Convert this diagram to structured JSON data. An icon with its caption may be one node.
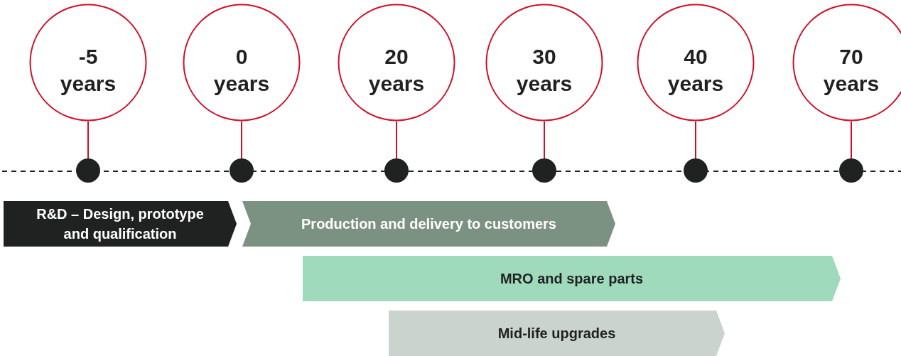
{
  "diagram": {
    "nodes": [
      {
        "text": [
          "-5 years"
        ]
      },
      {
        "text": [
          "0 years"
        ]
      },
      {
        "text": [
          "20 years"
        ]
      },
      {
        "text": [
          "30 years"
        ]
      },
      {
        "text": [
          "40 years"
        ]
      },
      {
        "text": [
          "70 years"
        ]
      },
      {
        "text": [],
        "shape": "circle"
      },
      {
        "text": [],
        "shape": "circle"
      },
      {
        "text": [],
        "shape": "circle"
      },
      {
        "text": [],
        "shape": "circle"
      },
      {
        "text": [],
        "shape": "circle"
      },
      {
        "text": [],
        "shape": "circle"
      },
      {
        "text": [
          "R&D – Design, prototype and qualification"
        ]
      },
      {
        "text": [
          "Production and delivery to customers"
        ]
      },
      {
        "text": [
          "MRO and spare parts"
        ]
      },
      {
        "text": [
          "Mid-life upgrades"
        ]
      }
    ],
    "edges": [
      {
        "from": 0,
        "to": 6,
        "arrow": "none"
      },
      {
        "from": 1,
        "to": 7,
        "arrow": "none"
      },
      {
        "from": 2,
        "to": 8,
        "arrow": "none"
      },
      {
        "from": 3,
        "to": 9,
        "arrow": "none"
      },
      {
        "from": 4,
        "to": 10,
        "arrow": "none"
      },
      {
        "from": 5,
        "to": 11,
        "arrow": "none"
      }
    ]
  }
}
